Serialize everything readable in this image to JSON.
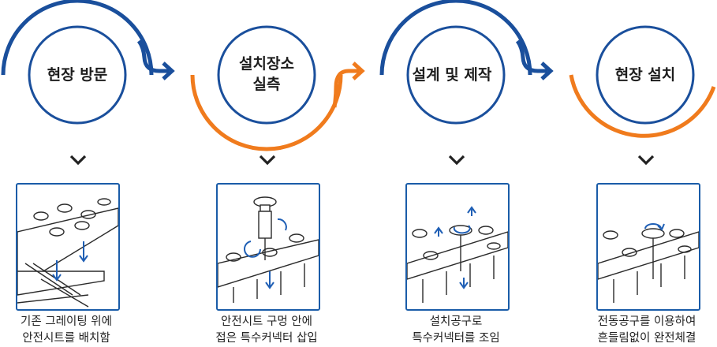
{
  "colors": {
    "navy": "#1a4f9c",
    "orange": "#f07b1d",
    "panel_border": "#1a5ca8",
    "sketch": "#2b2b2b",
    "accent_arrow": "#1f5fb5"
  },
  "steps": [
    {
      "title_lines": [
        "현장 방문"
      ],
      "arc_color": "navy",
      "arc_position": "top",
      "caption_lines": [
        "기존 그레이팅 위에",
        "안전시트를 배치함"
      ]
    },
    {
      "title_lines": [
        "설치장소",
        "실측"
      ],
      "arc_color": "orange",
      "arc_position": "bottom",
      "caption_lines": [
        "안전시트 구멍 안에",
        "접은 특수커넥터 삽입"
      ]
    },
    {
      "title_lines": [
        "설계 및 제작"
      ],
      "arc_color": "navy",
      "arc_position": "top",
      "caption_lines": [
        "설치공구로",
        "특수커넥터를 조임"
      ]
    },
    {
      "title_lines": [
        "현장 설치"
      ],
      "arc_color": "orange",
      "arc_position": "bottom",
      "caption_lines": [
        "전동공구를 이용하여",
        "흔들림없이  완전체결"
      ]
    }
  ],
  "icons": {
    "down": "chevron-down-icon",
    "next": "arrow-right-icon"
  }
}
